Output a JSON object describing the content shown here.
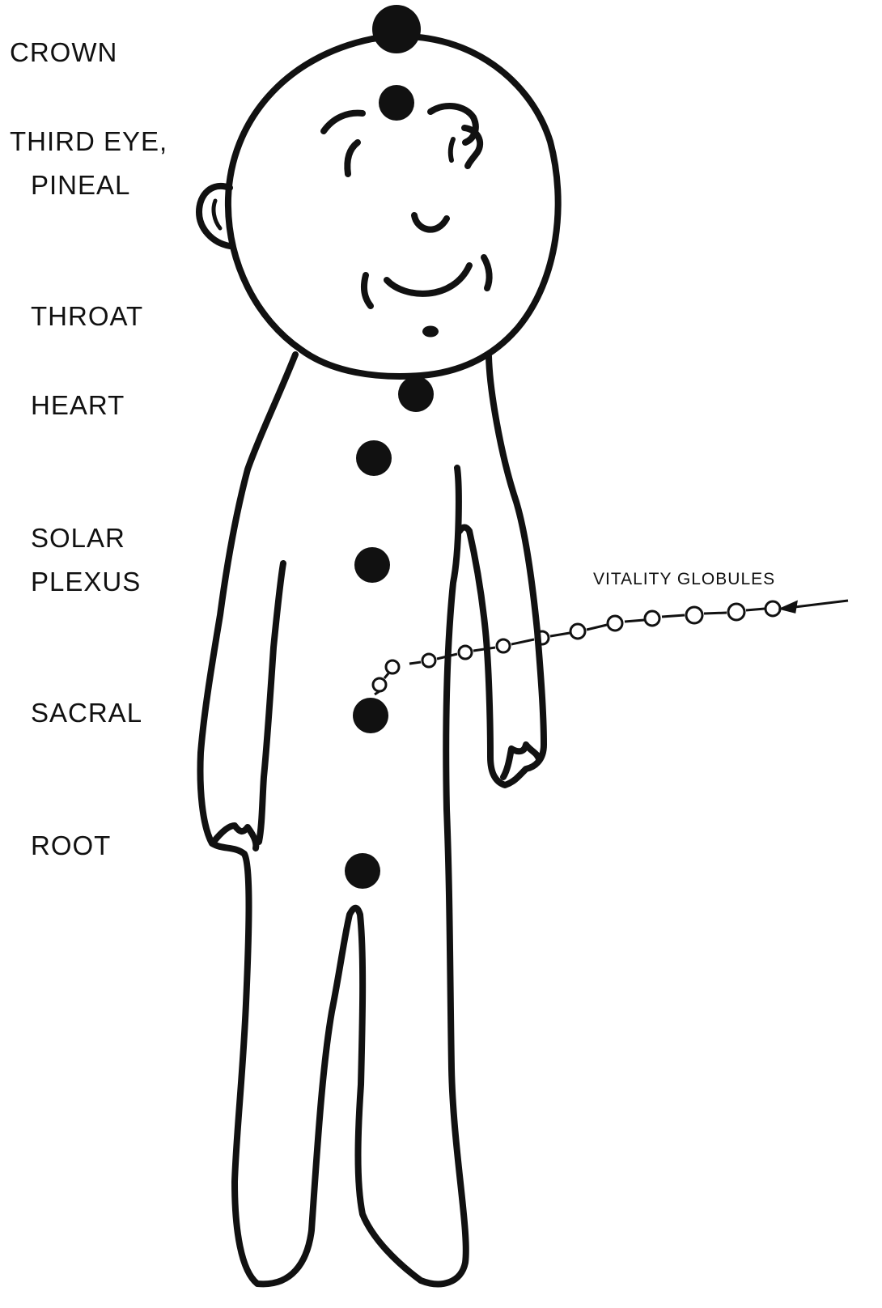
{
  "labels": {
    "crown": "CROWN",
    "third_eye_1": "THIRD EYE,",
    "third_eye_2": "PINEAL",
    "throat": "THROAT",
    "heart": "HEART",
    "solar_1": "SOLAR",
    "solar_2": "PLEXUS",
    "sacral": "SACRAL",
    "root": "ROOT",
    "vitality": "VITALITY GLOBULES"
  },
  "colors": {
    "ink": "#111111",
    "paper": "#ffffff"
  }
}
